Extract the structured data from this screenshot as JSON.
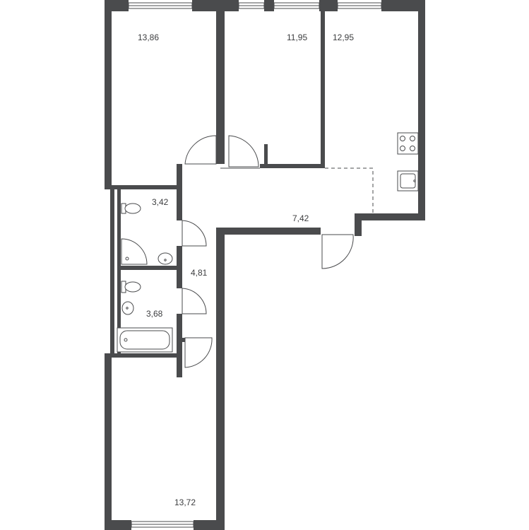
{
  "plan": {
    "rooms": [
      {
        "id": "room-top-left",
        "area": "13,86"
      },
      {
        "id": "room-top-middle",
        "area": "11,95"
      },
      {
        "id": "kitchen",
        "area": "12,95"
      },
      {
        "id": "toilet",
        "area": "3,42"
      },
      {
        "id": "corridor",
        "area": "4,81"
      },
      {
        "id": "bathroom",
        "area": "3,68"
      },
      {
        "id": "hall",
        "area": "7,42"
      },
      {
        "id": "room-bottom-left",
        "area": "13,72"
      }
    ]
  },
  "colors": {
    "wall": "#4a4b4d",
    "background": "#ffffff"
  }
}
